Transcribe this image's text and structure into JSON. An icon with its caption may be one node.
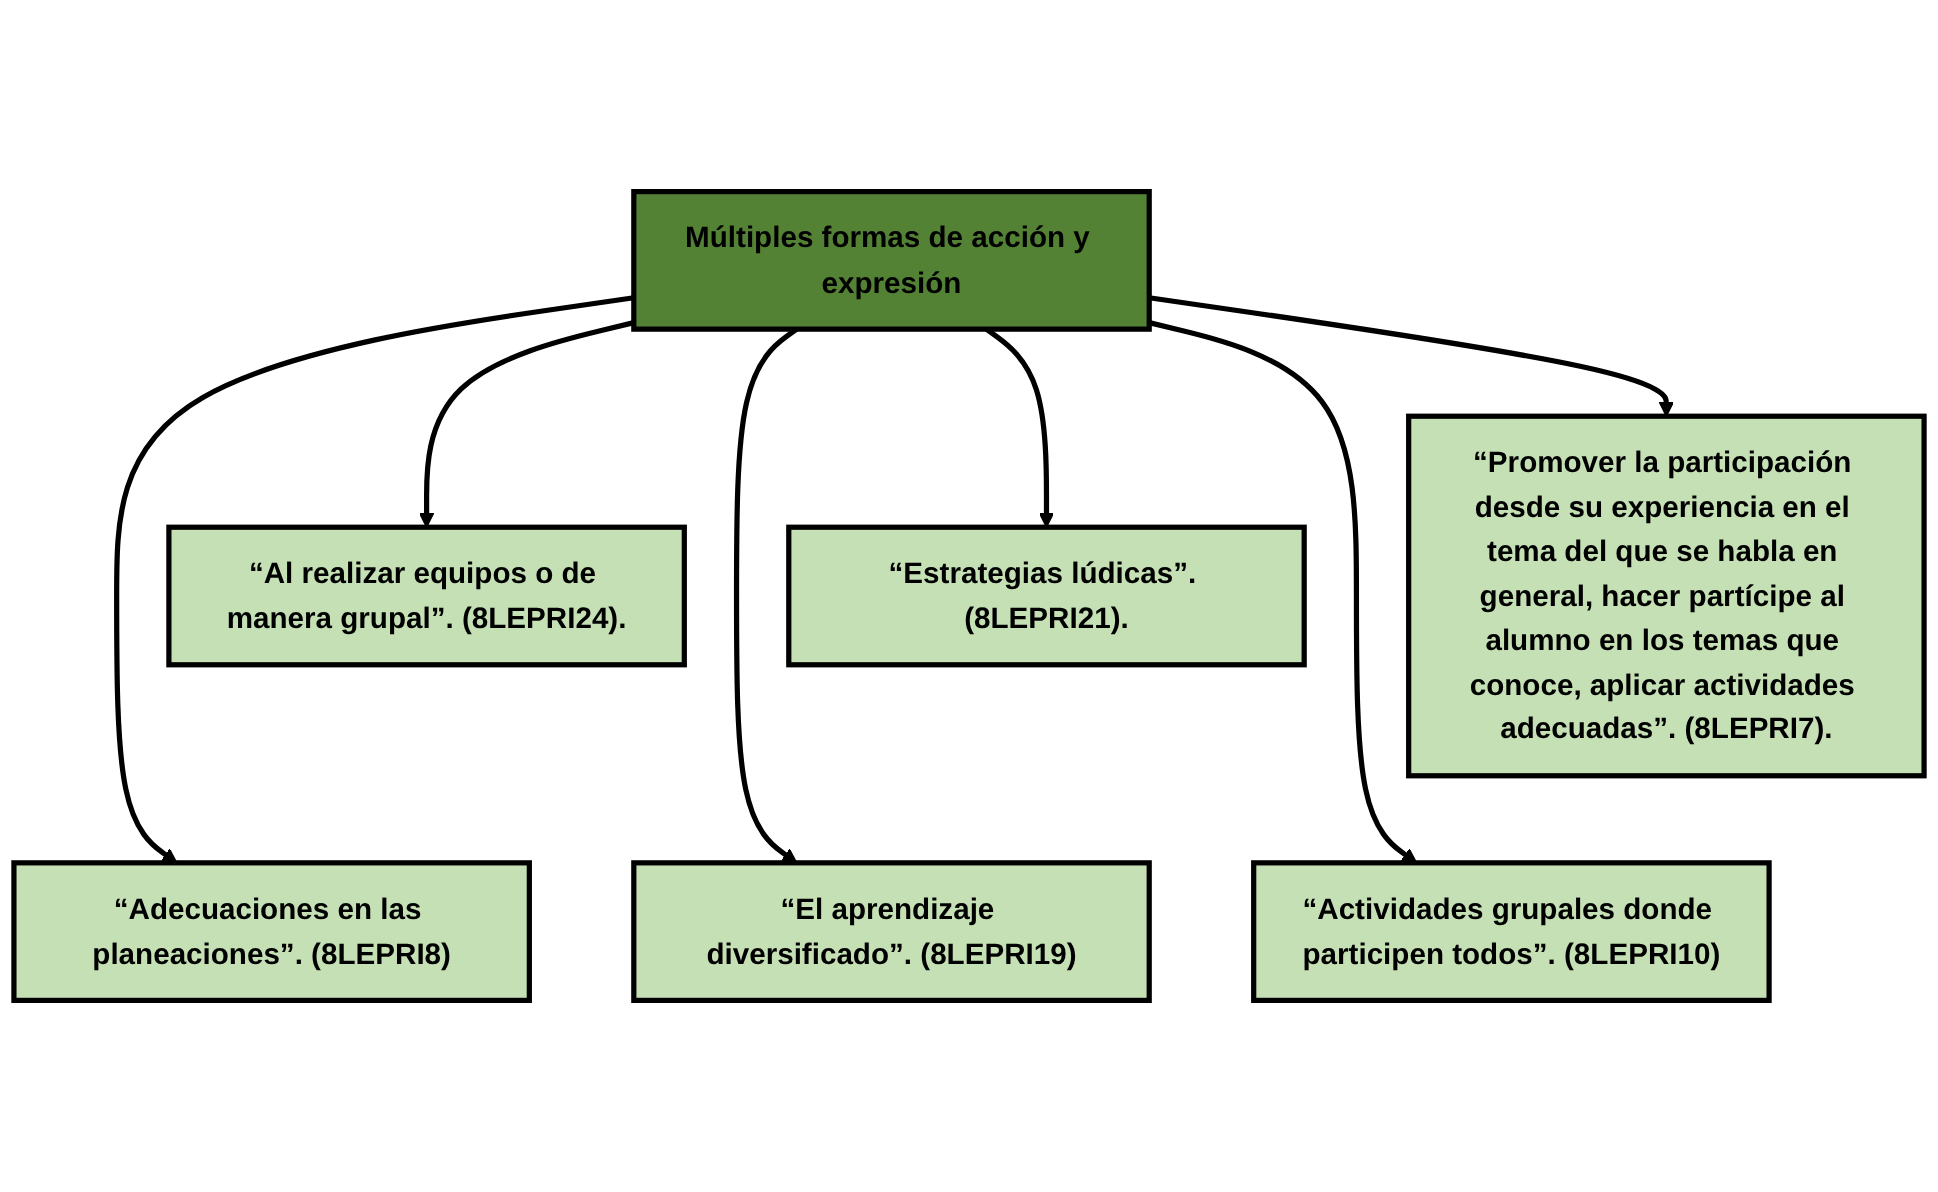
{
  "diagram": {
    "nodes": [
      {
        "text": [
          "“Al realizar equipos o de manera grupal”. (8LEPRI24)."
        ]
      },
      {
        "text": [
          "“Estrategias lúdicas”. (8LEPRI21)."
        ]
      },
      {
        "text": [
          "Múltiples formas de acción y expresión"
        ]
      },
      {
        "text": [
          "“Promover la participación desde su experiencia en el tema del que se habla en general, hacer partícipe al alumno en los temas que conoce, aplicar actividades adecuadas”. (8LEPRI7)."
        ]
      },
      {
        "text": [
          "“El aprendizaje diversificado”. (8LEPRI19)"
        ]
      },
      {
        "text": [
          "“Adecuaciones en las planeaciones”. (8LEPRI8)"
        ]
      },
      {
        "text": [
          "“Actividades grupales donde participen todos”. (8LEPRI10)"
        ]
      }
    ],
    "edges": [
      {
        "from": 2,
        "to": 0,
        "arrow": "to"
      },
      {
        "from": 2,
        "to": 1,
        "arrow": "to"
      },
      {
        "from": 2,
        "to": 3,
        "arrow": "to"
      },
      {
        "from": 2,
        "to": 4,
        "arrow": "to"
      },
      {
        "from": 2,
        "to": 5,
        "arrow": "to"
      },
      {
        "from": 2,
        "to": 6,
        "arrow": "to"
      }
    ]
  }
}
